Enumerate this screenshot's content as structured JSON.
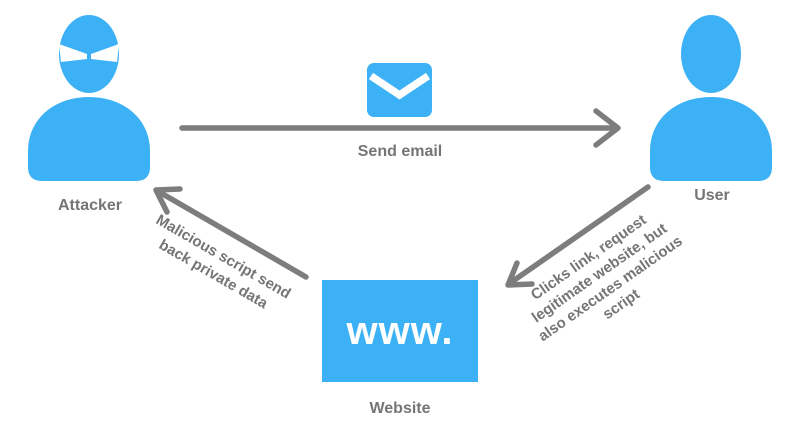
{
  "diagram": {
    "nodes": {
      "attacker": {
        "label": "Attacker",
        "icon": "attacker-person-icon"
      },
      "user": {
        "label": "User",
        "icon": "user-person-icon"
      },
      "website": {
        "label": "Website",
        "box_text": "www."
      }
    },
    "edges": {
      "send_email": {
        "from": "Attacker",
        "to": "User",
        "label": "Send email",
        "icon": "email-icon"
      },
      "clicks_link": {
        "from": "User",
        "to": "Website",
        "lines": [
          "Clicks link, request",
          "legitimate website, but",
          "also executes malicious",
          "script"
        ]
      },
      "malicious_script": {
        "from": "Website",
        "to": "Attacker",
        "lines": [
          "Malicious script send",
          "back private data"
        ]
      }
    },
    "colors": {
      "accent_blue": "#3DB1F5",
      "arrow_gray": "#7D7D7D",
      "label_gray": "#757575",
      "background": "#FFFFFF"
    }
  }
}
